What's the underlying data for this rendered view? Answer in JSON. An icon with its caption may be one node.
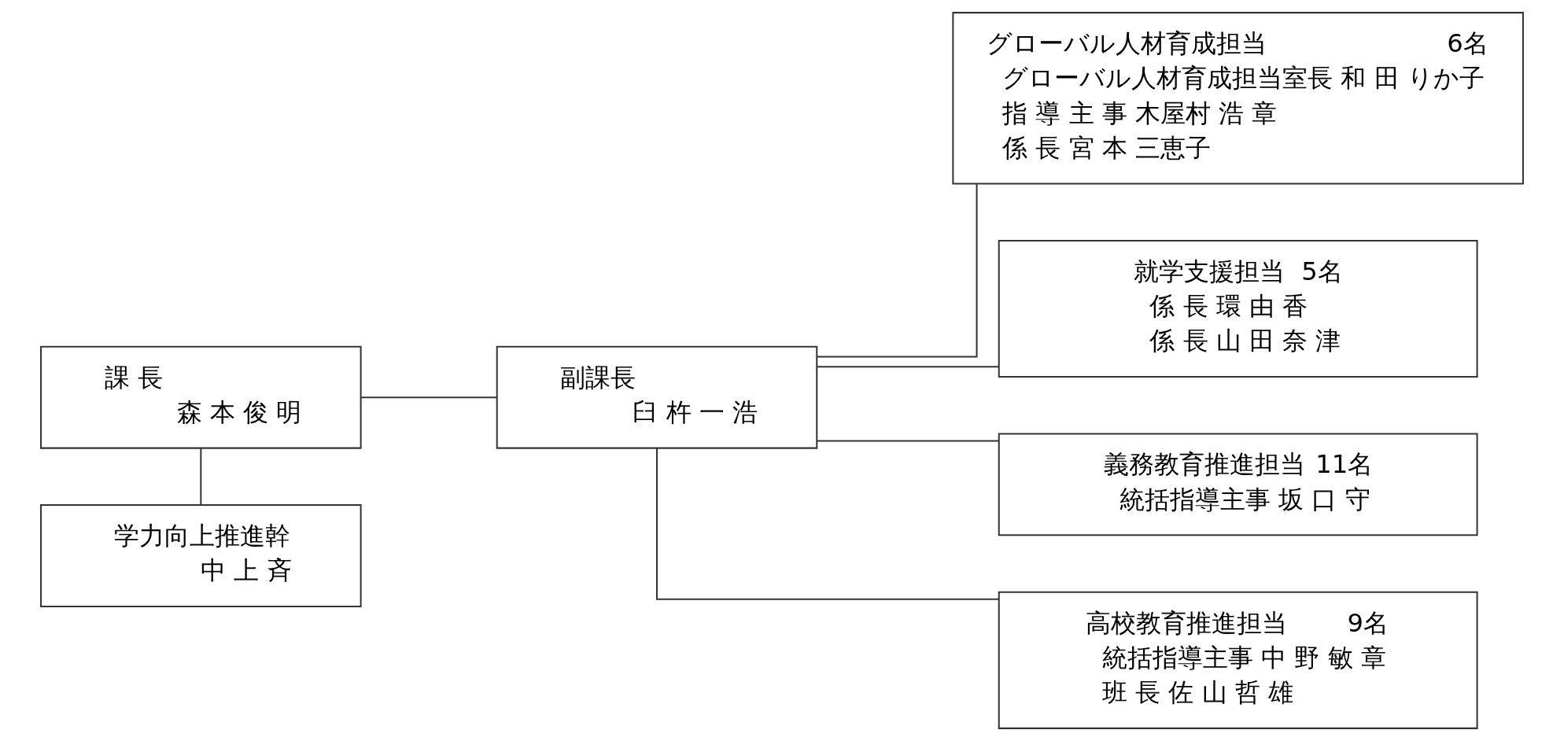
{
  "diagram": {
    "nodes": [
      {
        "text": [
          "課 長",
          "森 本 俊 明"
        ]
      },
      {
        "text": [
          "学力向上推進幹",
          "中 上 斉"
        ]
      },
      {
        "text": [
          "副課長",
          "臼 杵 一 浩"
        ]
      },
      {
        "text": [
          "グローバル人材育成担当",
          "6名",
          "グローバル人材育成担当室長 和 田 りか子",
          "指 導 主 事 木屋村 浩 章",
          "係 長 宮 本 三恵子"
        ]
      },
      {
        "text": [
          "就学支援担当",
          "5名",
          "係 長 環 由 香",
          "係 長 山 田 奈 津"
        ]
      },
      {
        "text": [
          "義務教育推進担当",
          "11名",
          "統括指導主事 坂 口 守"
        ]
      },
      {
        "text": [
          "高校教育推進担当",
          "9名",
          "統括指導主事 中 野 敏 章",
          "班 長 佐 山 哲 雄"
        ]
      }
    ],
    "edges": [
      {
        "from": 0,
        "to": 1,
        "arrow": "none"
      },
      {
        "from": 0,
        "to": 2,
        "arrow": "none"
      },
      {
        "from": 2,
        "to": 3,
        "arrow": "none"
      },
      {
        "from": 2,
        "to": 4,
        "arrow": "none"
      },
      {
        "from": 2,
        "to": 5,
        "arrow": "none"
      },
      {
        "from": 2,
        "to": 6,
        "arrow": "none"
      }
    ]
  }
}
